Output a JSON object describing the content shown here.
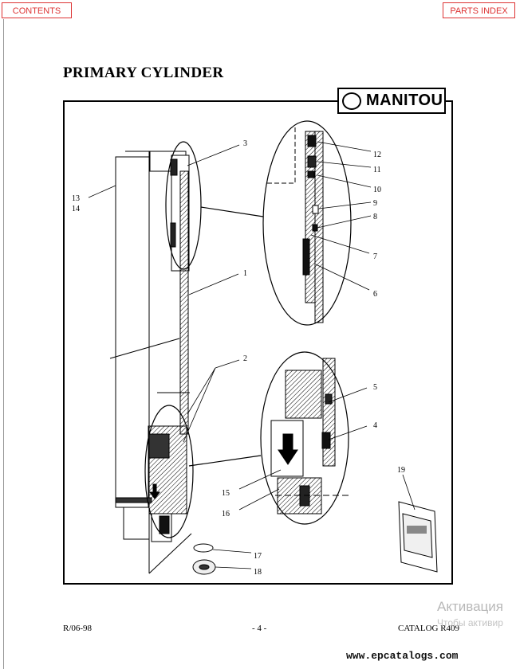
{
  "nav": {
    "contents_label": "CONTENTS",
    "parts_index_label": "PARTS INDEX"
  },
  "page_title": "PRIMARY CYLINDER",
  "logo_text": "MANITOU",
  "callouts": [
    "1",
    "2",
    "3",
    "4",
    "5",
    "6",
    "7",
    "8",
    "9",
    "10",
    "11",
    "12",
    "13",
    "14",
    "15",
    "16",
    "17",
    "18",
    "19"
  ],
  "footer": {
    "left": "R/06-98",
    "center": "- 4 -",
    "right": "CATALOG R409"
  },
  "watermark": {
    "line1": "Активация",
    "line2": "Чтобы активир"
  },
  "site": "www.epcatalogs.com",
  "colors": {
    "nav_accent": "#dd3333"
  }
}
